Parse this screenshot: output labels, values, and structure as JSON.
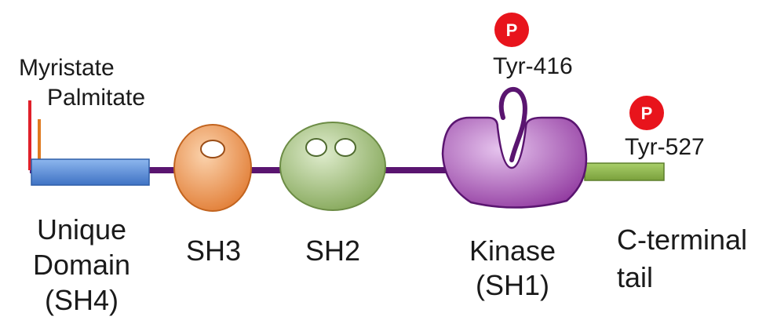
{
  "lipids": {
    "myristate": {
      "label": "Myristate",
      "color": "#e0202a"
    },
    "palmitate": {
      "label": "Palmitate",
      "color": "#e07a1f"
    }
  },
  "backbone_color": "#5a1570",
  "domains": {
    "unique": {
      "lines": [
        "Unique",
        "Domain",
        "(SH4)"
      ],
      "color": "#5b8fd8"
    },
    "sh3": {
      "label": "SH3",
      "color": "#ee9a55"
    },
    "sh2": {
      "label": "SH2",
      "color": "#9bbc6e"
    },
    "kinase": {
      "lines": [
        "Kinase",
        "(SH1)"
      ],
      "color": "#9a3ea8"
    },
    "tail": {
      "lines": [
        "C-terminal",
        "tail"
      ],
      "color": "#8ab04a"
    }
  },
  "phospho_sites": [
    {
      "badge": "P",
      "label": "Tyr-416"
    },
    {
      "badge": "P",
      "label": "Tyr-527"
    }
  ],
  "phospho_color": "#e8141c"
}
